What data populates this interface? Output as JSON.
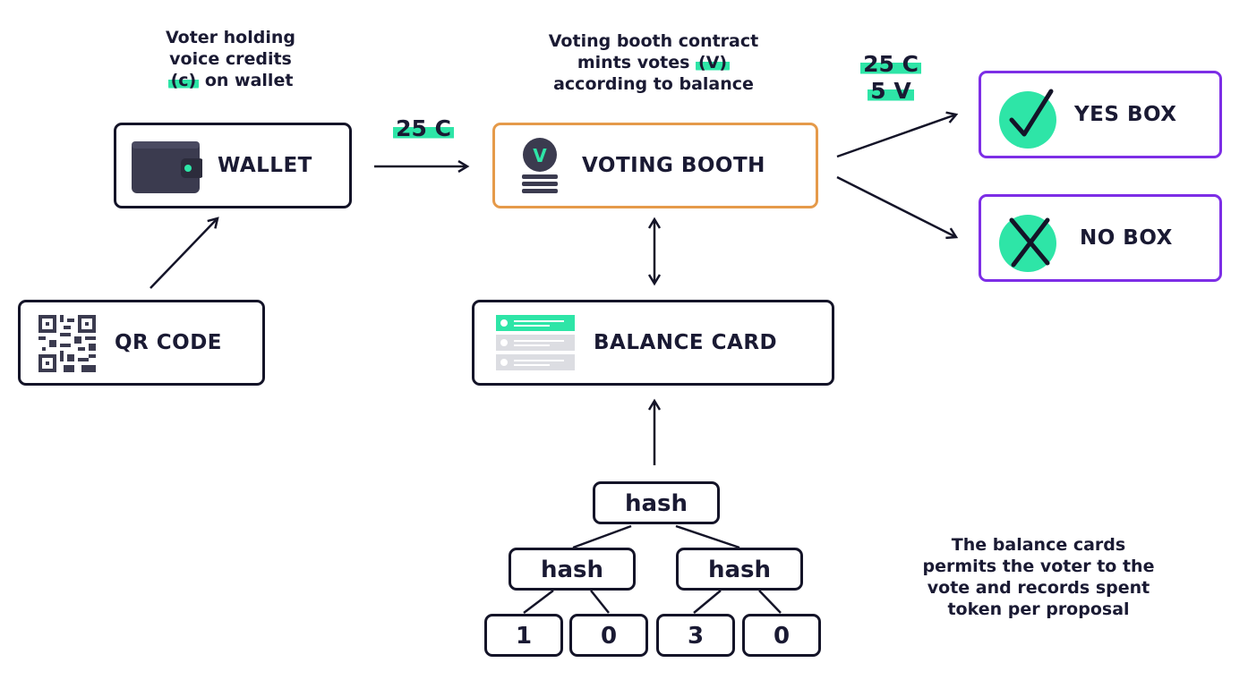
{
  "notes": {
    "voter_line1": "Voter holding",
    "voter_line2": "voice credits",
    "voter_hl": "(c)",
    "voter_line3_rest": "on wallet",
    "booth_line1": "Voting booth contract",
    "booth_line2_pre": "mints votes",
    "booth_hl": "(V)",
    "booth_line3": "according to balance",
    "balance_line1": "The balance cards",
    "balance_line2": "permits the voter to the",
    "balance_line3": "vote and  records spent",
    "balance_line4": "token per proposal"
  },
  "boxes": {
    "wallet": "WALLET",
    "voting_booth": "VOTING BOOTH",
    "qr_code": "QR CODE",
    "balance_card": "BALANCE CARD",
    "yes_box": "YES BOX",
    "no_box": "NO BOX"
  },
  "flows": {
    "wallet_to_booth": "25 C",
    "booth_out_credits": "25 C",
    "booth_out_votes": "5 V"
  },
  "tree": {
    "root": "hash",
    "left": "hash",
    "right": "hash",
    "leaves": [
      "1",
      "0",
      "3",
      "0"
    ]
  },
  "icons": {
    "wallet": "wallet-icon",
    "booth": "coin-stack-icon",
    "qr": "qr-code-icon",
    "card": "card-list-icon",
    "yes": "check-icon",
    "no": "cross-icon",
    "coin_letter": "V"
  },
  "colors": {
    "accent": "#2ee5a7",
    "booth_border": "#e59a4a",
    "result_border": "#7d2ee6",
    "ink": "#141428"
  }
}
